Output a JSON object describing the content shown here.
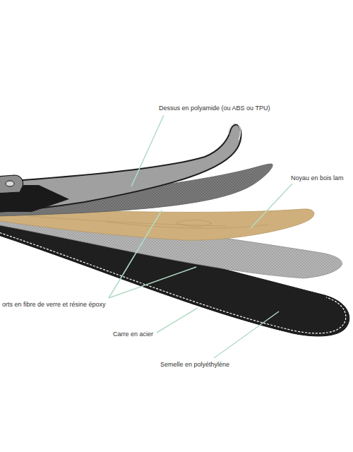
{
  "diagram": {
    "labels": [
      "Dessus en polyamide (ou ABS ou TPU)",
      "Noyau en bois lam",
      "orts en fibre de verre et résine époxy",
      "Carre en acier",
      "Semelle en polyéthylène"
    ]
  }
}
